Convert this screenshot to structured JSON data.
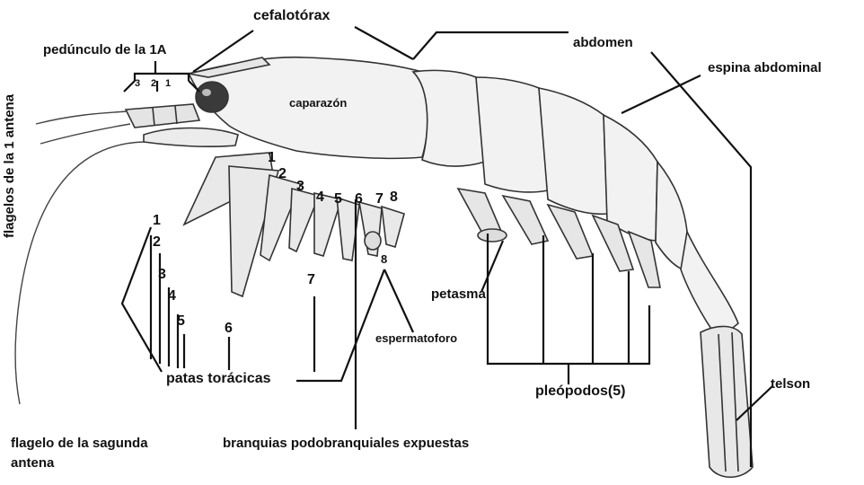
{
  "labels": {
    "pedunculo": "pedúnculo de la 1A",
    "peduncle_nums": [
      "3",
      "2",
      "1"
    ],
    "cefalotorax": "cefalotórax",
    "abdomen": "abdomen",
    "espina_abdominal": "espina abdominal",
    "caparazon": "caparazón",
    "flagelos_1a": "flagelos de la 1 antena",
    "leg_numbers_left": [
      "1",
      "2",
      "3",
      "4",
      "5"
    ],
    "leg_numbers_body": [
      "1",
      "2",
      "3",
      "4",
      "5",
      "6",
      "7",
      "8"
    ],
    "leg_numbers_mid": [
      "6",
      "7",
      "8"
    ],
    "petasma": "petasma",
    "espermatoforo": "espermatoforo",
    "patas_toracicas": "patas torácicas",
    "pleopodos": "pleópodos(5)",
    "telson": "telson",
    "flagelo_2a_line1": "flagelo de la sagunda",
    "flagelo_2a_line2": "antena",
    "branquias": "branquias podobranquiales expuestas"
  },
  "colors": {
    "ink": "#111111",
    "body_fill": "#f2f2f2",
    "shade": "#cfcfcf"
  }
}
